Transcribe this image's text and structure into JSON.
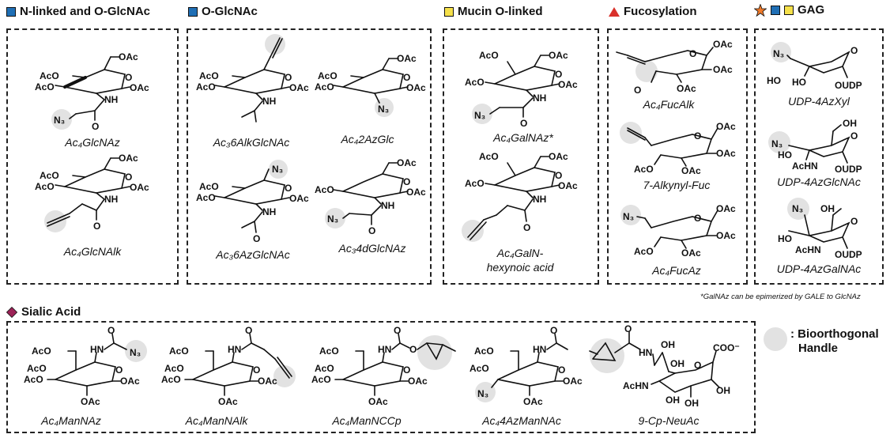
{
  "colors": {
    "blue": "#1f6fb5",
    "yellow": "#f5e04a",
    "red": "#d9312b",
    "orange": "#f07a2a",
    "sialic": "#9c2257",
    "handle": "#e2e2e2"
  },
  "sections": {
    "n_o_glcnac": "N-linked and O-GlcNAc",
    "o_glcnac": "O-GlcNAc",
    "mucin": "Mucin O-linked",
    "fucosylation": "Fucosylation",
    "gag": "GAG",
    "sialic": "Sialic Acid"
  },
  "compounds": {
    "ac4glcnaz": "Ac₄GlcNAz",
    "ac4glcnalk": "Ac₄GlcNAlk",
    "ac36alkglcnac": "Ac₃6AlkGlcNAc",
    "ac42azglc": "Ac₄2AzGlc",
    "ac36azglcnac": "Ac₃6AzGlcNAc",
    "ac34dglcnaz": "Ac₃4dGlcNAz",
    "ac4galnaz": "Ac₄GalNAz*",
    "ac4galn_hex_1": "Ac₄GalN-",
    "ac4galn_hex_2": "hexynoic acid",
    "ac4fucalk": "Ac₄FucAlk",
    "alkynylfuc": "7-Alkynyl-Fuc",
    "ac4fucaz": "Ac₄FucAz",
    "udp4azxyl": "UDP-4AzXyl",
    "udp4azglcnac": "UDP-4AzGlcNAc",
    "udp4azgalnac": "UDP-4AzGalNAc",
    "ac4mannaz": "Ac₄ManNAz",
    "ac4mannalk": "Ac₄ManNAlk",
    "ac4manncp": "Ac₄ManNCCp",
    "ac44azmannac": "Ac₄4AzManNAc",
    "cpneuac": "9-Cp-NeuAc"
  },
  "footnote": "*GalNAz can be epimerized by GALE to GlcNAz",
  "legend": {
    "line1": ": Bioorthogonal",
    "line2": "Handle"
  },
  "atoms": {
    "oac": "OAc",
    "aco": "AcO",
    "n3": "N₃",
    "nh": "NH",
    "hn": "HN",
    "o": "O",
    "ho": "HO",
    "oh": "OH",
    "oudp": "OUDP",
    "achn": "AcHN",
    "coo": "COO⁻"
  }
}
